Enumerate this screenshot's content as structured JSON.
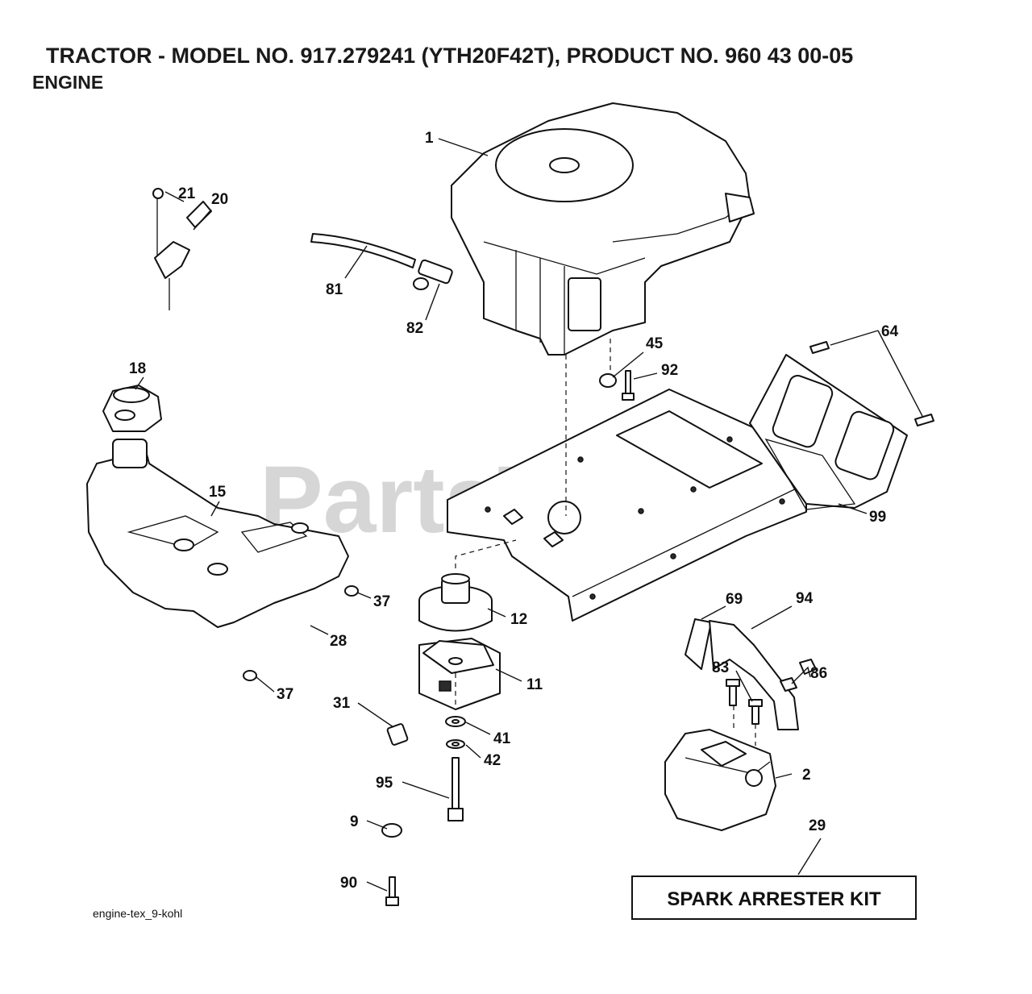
{
  "header": {
    "title": "TRACTOR - MODEL NO. 917.279241 (YTH20F42T), PRODUCT NO. 960 43 00-05",
    "subtitle": "ENGINE"
  },
  "watermark": "PartsTree",
  "footer_code": "engine-tex_9-kohl",
  "kit_label": "SPARK ARRESTER KIT",
  "callouts": {
    "c1": "1",
    "c2": "2",
    "c9": "9",
    "c11": "11",
    "c12": "12",
    "c15": "15",
    "c18": "18",
    "c20": "20",
    "c21": "21",
    "c28": "28",
    "c29": "29",
    "c31": "31",
    "c37a": "37",
    "c37b": "37",
    "c41": "41",
    "c42": "42",
    "c45": "45",
    "c64": "64",
    "c69": "69",
    "c81": "81",
    "c82": "82",
    "c83": "83",
    "c86": "86",
    "c90": "90",
    "c92": "92",
    "c94": "94",
    "c95": "95",
    "c99": "99"
  },
  "colors": {
    "ink": "#111111",
    "watermark": "#c9c9c9"
  }
}
